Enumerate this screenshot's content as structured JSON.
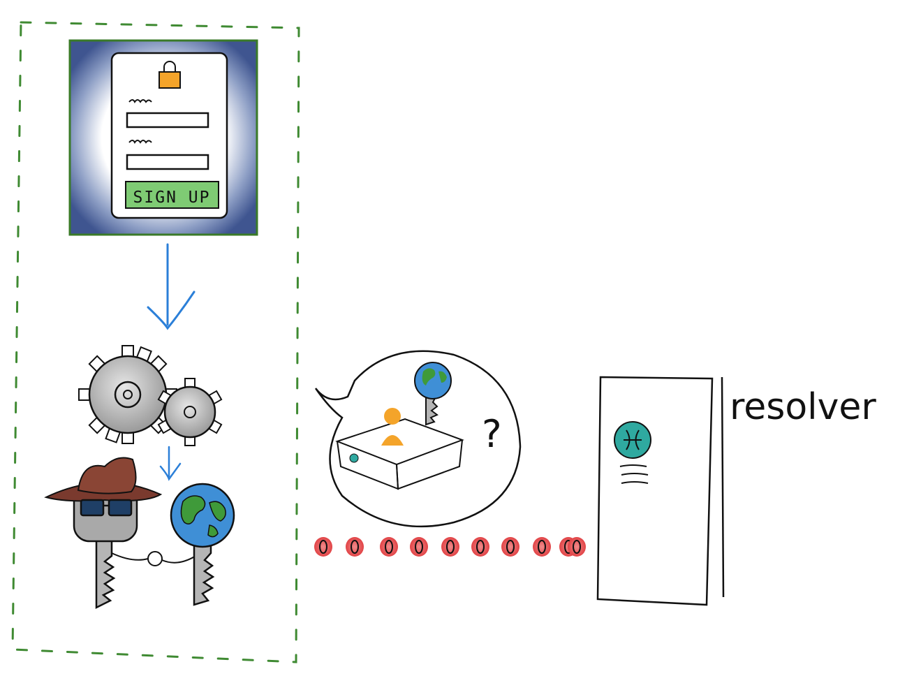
{
  "signup_form": {
    "button_label": "SIGN UP"
  },
  "resolver": {
    "label": "resolver"
  },
  "thought_bubble": {
    "question_mark": "?"
  },
  "data_stream": {
    "packet_count": 10
  },
  "colors": {
    "dashed_border": "#3f8a32",
    "form_frame": "#4a5f94",
    "form_frame_edge": "#3a7a28",
    "signup_button": "#7fcb74",
    "lock": "#f4a42a",
    "arrow": "#2b7fd8",
    "gear": "#a8a8a8",
    "hat": "#7a3a2e",
    "globe_ocean": "#3f8fd6",
    "globe_land": "#3f9a3a",
    "packet": "#e5474a",
    "resolver_icon": "#2fa9a0"
  },
  "icons": [
    "padlock-icon",
    "gear-icon",
    "spy-key-icon",
    "globe-key-icon",
    "server-icon",
    "resolver-globe-icon"
  ]
}
